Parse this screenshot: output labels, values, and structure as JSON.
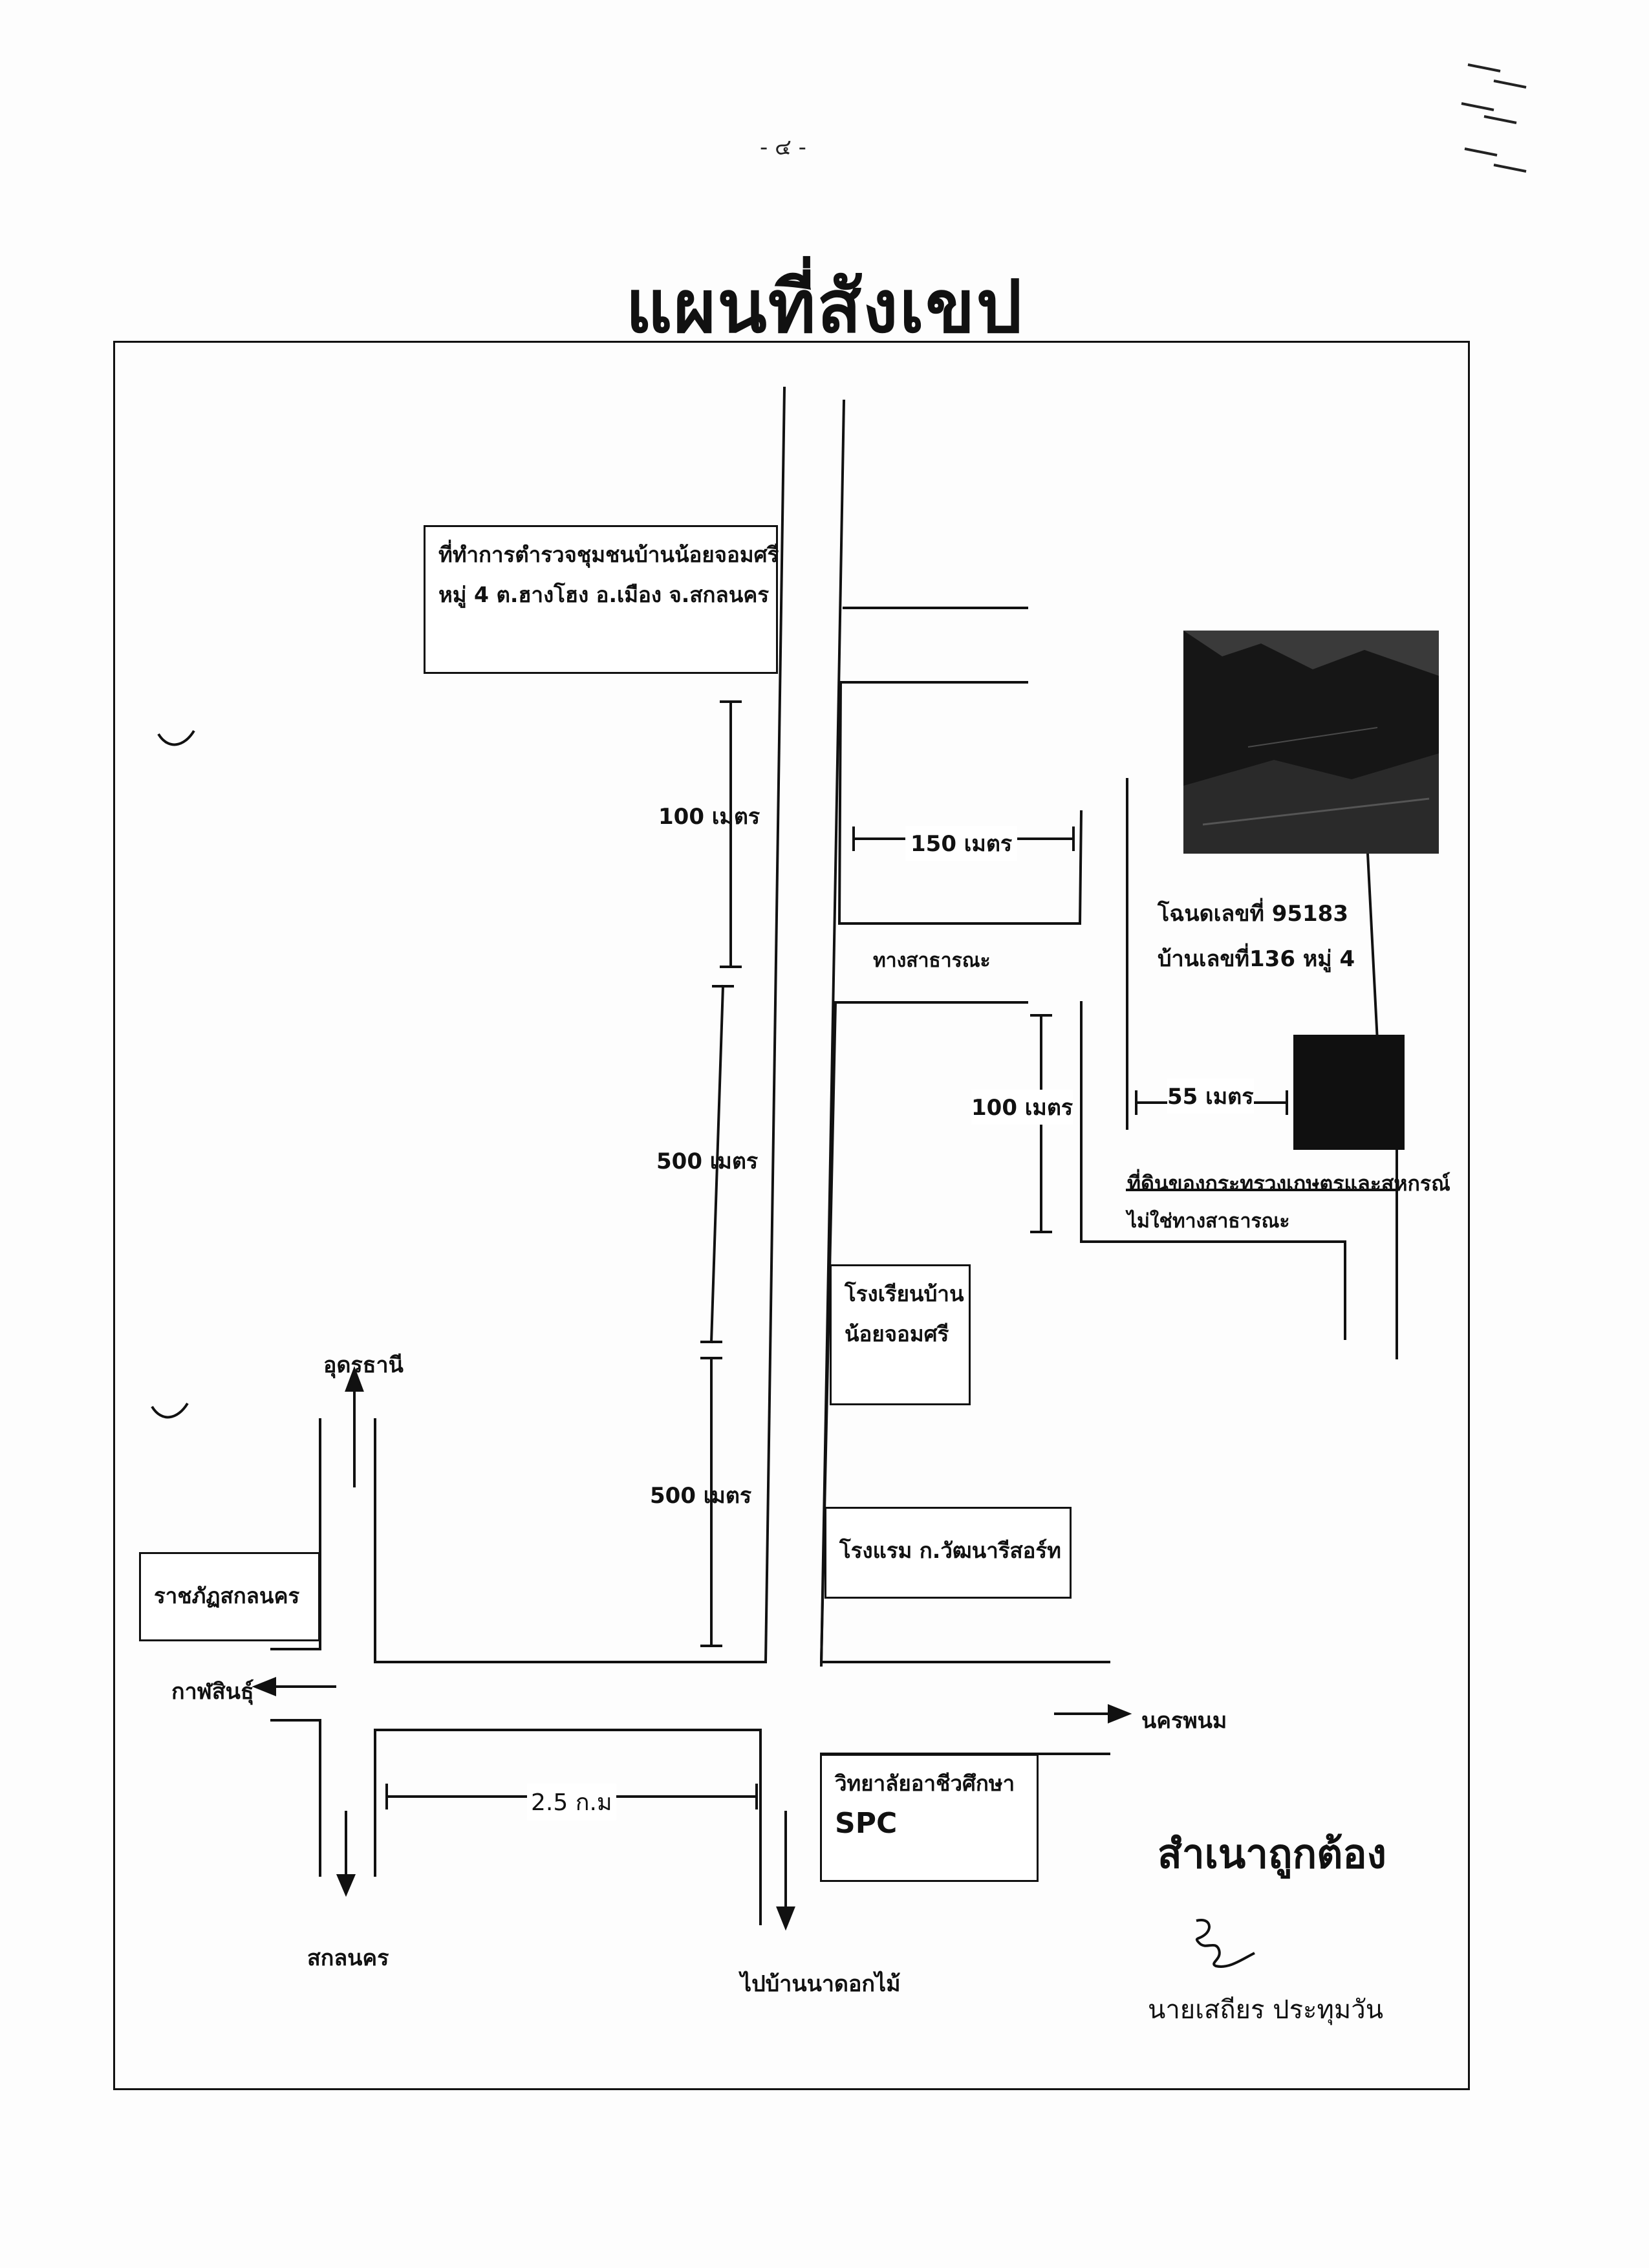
{
  "page": {
    "number": "- ๔ -",
    "title": "แผนที่สังเขป"
  },
  "map": {
    "police": {
      "line1": "ที่ทำการตำรวจชุมชนบ้านน้อยจอมศรี",
      "line2": "หมู่ 4 ต.ฮางโฮง  อ.เมือง จ.สกลนคร"
    },
    "school": {
      "line1": "โรงเรียนบ้าน",
      "line2": "น้อยจอมศรี"
    },
    "hotel": "โรงแรม ก.วัฒนารีสอร์ท",
    "rajabhat": "ราชภัฏสกลนคร",
    "college": {
      "line1": "วิทยาลัยอาชีวศึกษา",
      "line2": "SPC"
    },
    "deed": {
      "line1": "โฉนดเลขที่ 95183",
      "line2": "บ้านเลขที่136 หมู่ 4"
    },
    "ministry": {
      "line1": "ที่ดินของกระทรวงเกษตรและสหกรณ์",
      "line2": "ไม่ใช่ทางสาธารณะ"
    },
    "public_road": "ทางสาธารณะ",
    "dist_100_a": "100 เมตร",
    "dist_150": "150 เมตร",
    "dist_100_b": "100 เมตร",
    "dist_55": "55 เมตร",
    "dist_500_a": "500 เมตร",
    "dist_500_b": "500 เมตร",
    "dist_2_5km": "2.5 ก.ม",
    "dir_udon": "อุดรธานี",
    "dir_kalasin": "กาฬสินธุ์",
    "dir_nakhon_phanom": "นครพนม",
    "dir_sakon": "สกลนคร",
    "dir_ban_na_dok_mai": "ไปบ้านนาดอกไม้"
  },
  "certification": {
    "stamp": "สำเนาถูกต้อง",
    "name": "นายเสถียร  ประทุมวัน"
  }
}
